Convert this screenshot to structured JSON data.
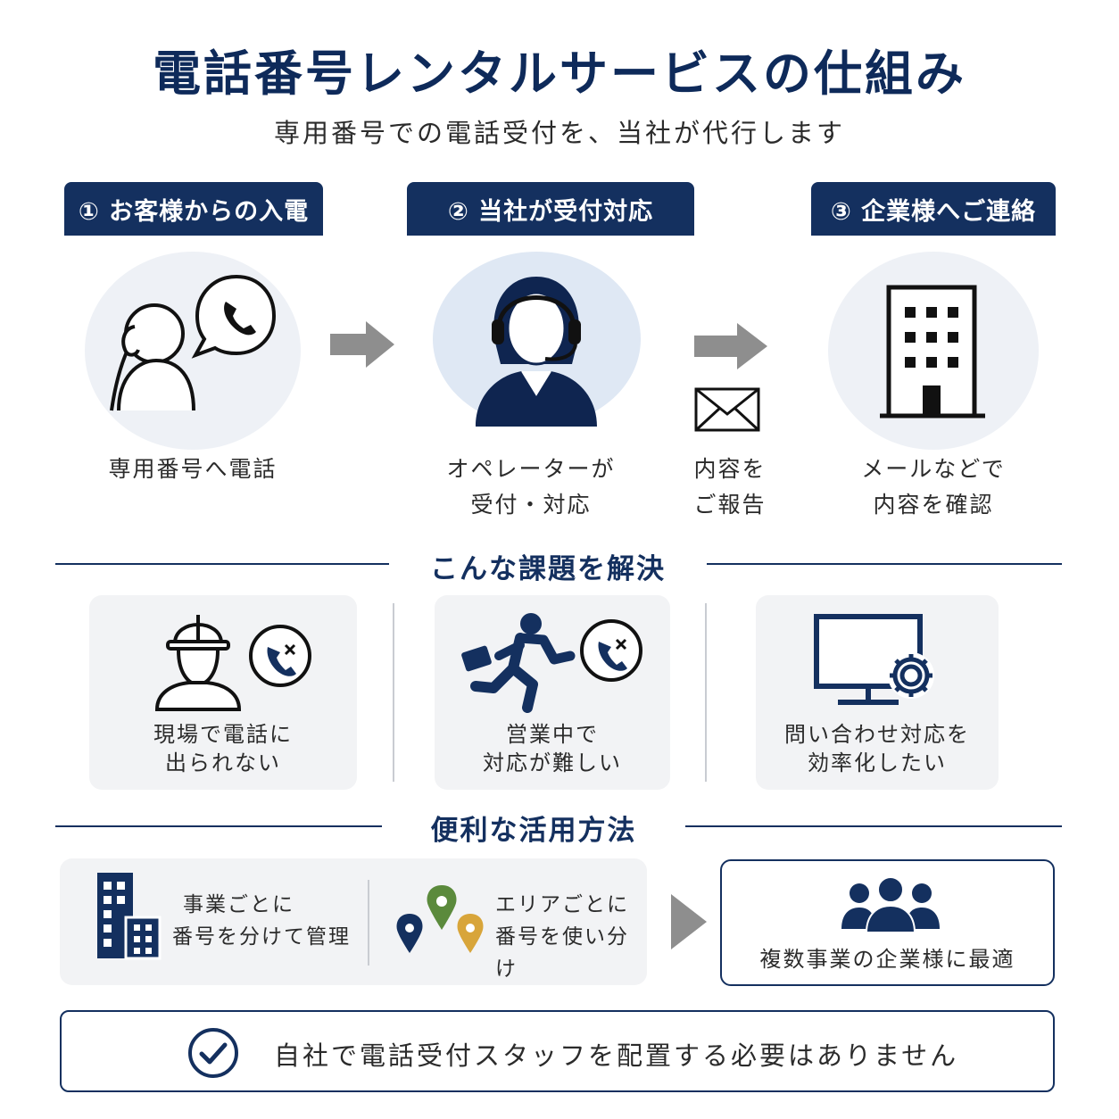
{
  "header": {
    "title": "電話番号レンタルサービスの仕組み",
    "subtitle": "専用番号での電話受付を、当社が代行します"
  },
  "steps": [
    {
      "label": "① お客様からの入電",
      "caption_lines": [
        "専用番号へ電話"
      ]
    },
    {
      "label": "② 当社が受付対応",
      "caption_lines": [
        "オペレーターが",
        "受付・対応"
      ]
    },
    {
      "label": "③ 企業様へご連絡",
      "caption_lines": [
        "メールなどで",
        "内容を確認"
      ]
    }
  ],
  "report": {
    "caption_lines": [
      "内容を",
      "ご報告"
    ]
  },
  "problems": {
    "title": "こんな課題を解決",
    "items": [
      {
        "caption_lines": [
          "現場で電話に",
          "出られない"
        ]
      },
      {
        "caption_lines": [
          "営業中で",
          "対応が難しい"
        ]
      },
      {
        "caption_lines": [
          "問い合わせ対応を",
          "効率化したい"
        ]
      }
    ]
  },
  "uses": {
    "title": "便利な活用方法",
    "items": [
      {
        "lines": [
          "事業ごとに",
          "番号を分けて管理"
        ]
      },
      {
        "lines": [
          "エリアごとに",
          "番号を使い分け"
        ]
      }
    ],
    "result": "複数事業の企業様に最適"
  },
  "footer": {
    "text": "自社で電話受付スタッフを配置する必要はありません"
  },
  "colors": {
    "navy": "#14305f",
    "gray_arrow": "#8e8e8e",
    "circle_bg": "#eef1f6",
    "card_bg": "#f2f3f5"
  }
}
